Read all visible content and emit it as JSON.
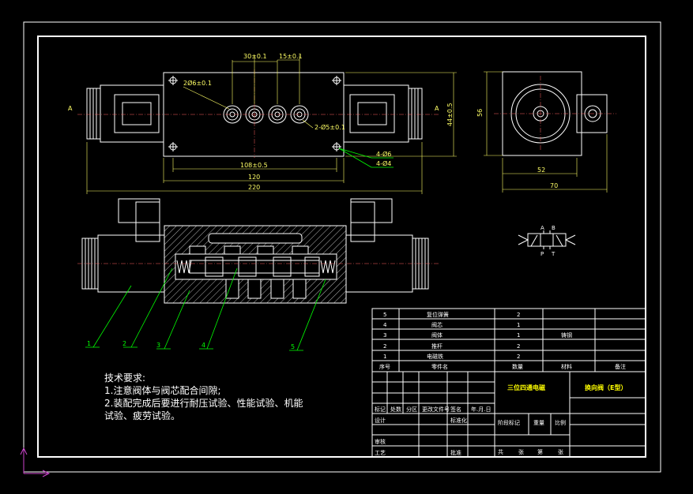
{
  "dimensions": {
    "d30": "30±0.1",
    "d15": "15±0.1",
    "d2phi6": "2Ø6±0.1",
    "d2phi5": "2-Ø5±0.1",
    "d44": "44±0.5",
    "d108": "108±0.5",
    "d120": "120",
    "d220": "220",
    "d4phi6": "4-Ø6",
    "d4phi4": "4-Ø4",
    "d56": "56",
    "d52": "52",
    "d70": "70",
    "section_marker": "A"
  },
  "symbol": {
    "port_a": "A",
    "port_b": "B",
    "port_p": "P",
    "port_t": "T"
  },
  "part_callouts": [
    "1",
    "2",
    "3",
    "4",
    "5"
  ],
  "tech_requirements": {
    "title": "技术要求:",
    "line1": "1.注意阀体与阀芯配合间隙;",
    "line2": "2.装配完成后要进行耐压试验、性能试验、机能",
    "line3": "试验、疲劳试验。"
  },
  "bom": {
    "rows": [
      {
        "no": "5",
        "name": "复位弹簧",
        "qty": "2",
        "material": "",
        "note": ""
      },
      {
        "no": "4",
        "name": "阀芯",
        "qty": "1",
        "material": "",
        "note": ""
      },
      {
        "no": "3",
        "name": "阀体",
        "qty": "1",
        "material": "铸钢",
        "note": ""
      },
      {
        "no": "2",
        "name": "推杆",
        "qty": "2",
        "material": "",
        "note": ""
      },
      {
        "no": "1",
        "name": "电磁铁",
        "qty": "2",
        "material": "",
        "note": ""
      }
    ],
    "header": {
      "no": "序号",
      "name": "零件名",
      "qty": "数量",
      "material": "材料",
      "note": "备注"
    }
  },
  "title_block": {
    "drawing_title": "三位四通电磁",
    "part_name": "换向阀（E型）",
    "mark": "标记",
    "count": "处数",
    "zone": "分区",
    "change_doc": "更改文件号",
    "signature": "签名",
    "date": "年.月.日",
    "design": "设计",
    "standardize": "标准化",
    "review": "审核",
    "process": "工艺",
    "approve": "批准",
    "stage_mark": "阶段标记",
    "weight": "重量",
    "scale": "比例",
    "sheets_total": "共",
    "sheet": "张",
    "sheet_no": "第",
    "sheet2": "张"
  },
  "colors": {
    "background": "#000000",
    "outline": "#ffffff",
    "dimension": "#ffff66",
    "leader": "#00ff00",
    "centerline": "#ff6060",
    "title_text": "#ffff00",
    "ucs_icon": "#cc44cc"
  }
}
